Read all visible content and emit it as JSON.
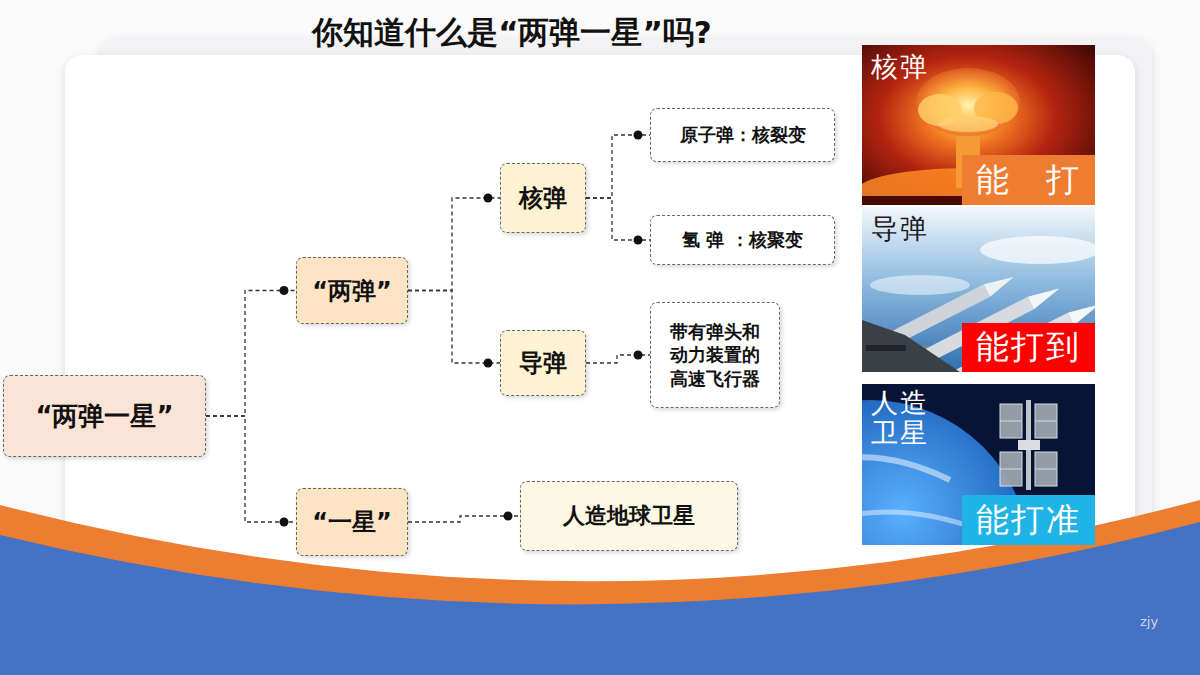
{
  "diagram": {
    "title": "你知道什么是“两弹一星”吗?",
    "nodes": [
      {
        "text": [
          "“两弹一星”"
        ]
      },
      {
        "text": [
          "“两弹”"
        ]
      },
      {
        "text": [
          "核弹"
        ]
      },
      {
        "text": [
          "原子弹：核裂变"
        ]
      },
      {
        "text": [
          "氢 弹 ：核聚变"
        ]
      },
      {
        "text": [
          "导弹"
        ]
      },
      {
        "text": [
          "带有弹头和动力装置的高速飞行器"
        ]
      },
      {
        "text": [
          "“一星”"
        ]
      },
      {
        "text": [
          "人造地球卫星"
        ]
      },
      {
        "text": [
          "核弹"
        ]
      },
      {
        "text": [
          "能　打"
        ],
        "in": 9
      },
      {
        "text": [
          "导弹"
        ]
      },
      {
        "text": [
          "能打到"
        ],
        "in": 11
      },
      {
        "text": [
          "人造 卫星"
        ]
      },
      {
        "text": [
          "能打准"
        ],
        "in": 13
      }
    ],
    "edges": [
      {
        "from": 0,
        "to": 1,
        "arrow": "to"
      },
      {
        "from": 0,
        "to": 7,
        "arrow": "to"
      },
      {
        "from": 1,
        "to": 2,
        "arrow": "to"
      },
      {
        "from": 1,
        "to": 5,
        "arrow": "to"
      },
      {
        "from": 2,
        "to": 3,
        "arrow": "to"
      },
      {
        "from": 2,
        "to": 4,
        "arrow": "to"
      },
      {
        "from": 5,
        "to": 6,
        "arrow": "to"
      },
      {
        "from": 7,
        "to": 8,
        "arrow": "to"
      }
    ],
    "labels": [
      "zjy"
    ]
  }
}
